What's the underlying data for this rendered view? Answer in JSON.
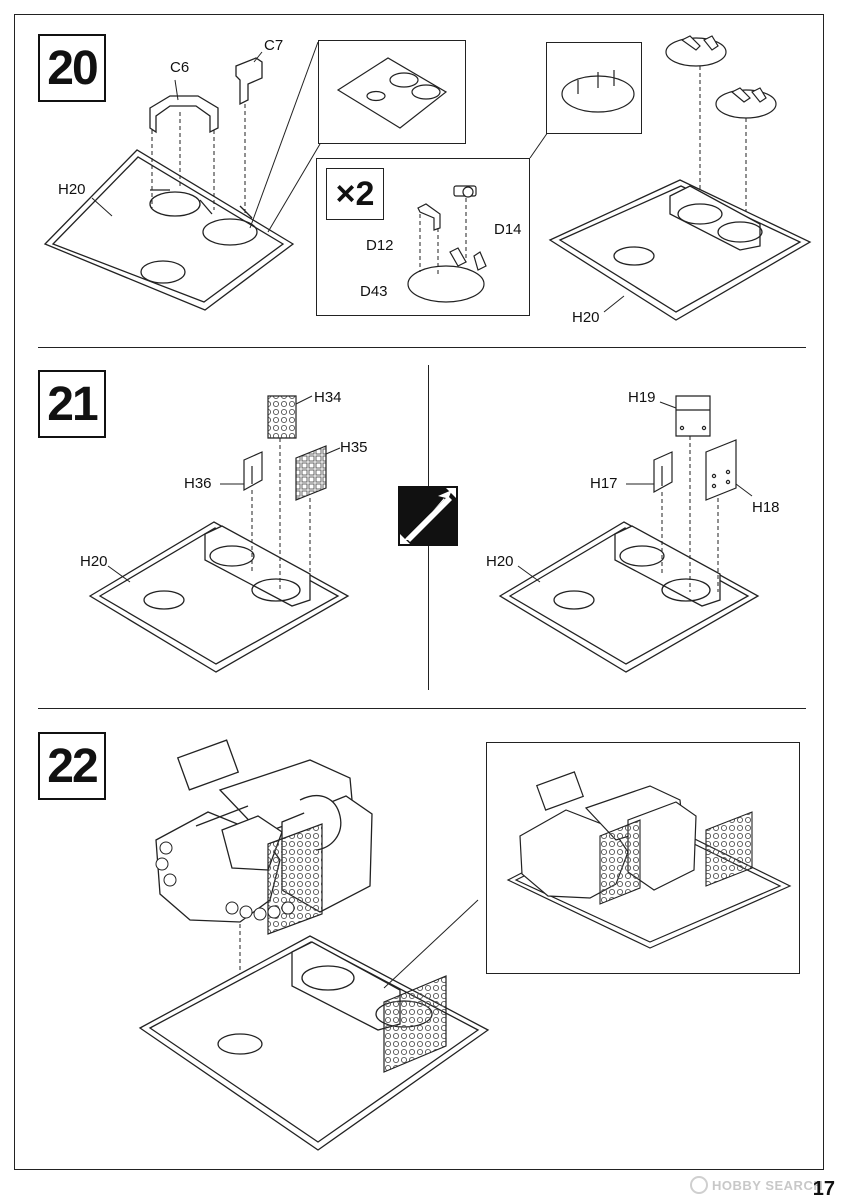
{
  "page": {
    "number": "17"
  },
  "watermark": {
    "text": "HOBBY SEARCH"
  },
  "steps": [
    {
      "number": "20"
    },
    {
      "number": "21"
    },
    {
      "number": "22"
    }
  ],
  "step20": {
    "labels": {
      "c6": "C6",
      "c7": "C7",
      "h20_left": "H20",
      "h20_right": "H20",
      "d12": "D12",
      "d14": "D14",
      "d43": "D43"
    },
    "multiplier": "×2"
  },
  "step21": {
    "left_labels": {
      "h34": "H34",
      "h35": "H35",
      "h36": "H36",
      "h20": "H20"
    },
    "right_labels": {
      "h19": "H19",
      "h17": "H17",
      "h18": "H18",
      "h20": "H20"
    }
  },
  "colors": {
    "line": "#222222",
    "panel": "#ffffff",
    "mesh": "#555555"
  }
}
